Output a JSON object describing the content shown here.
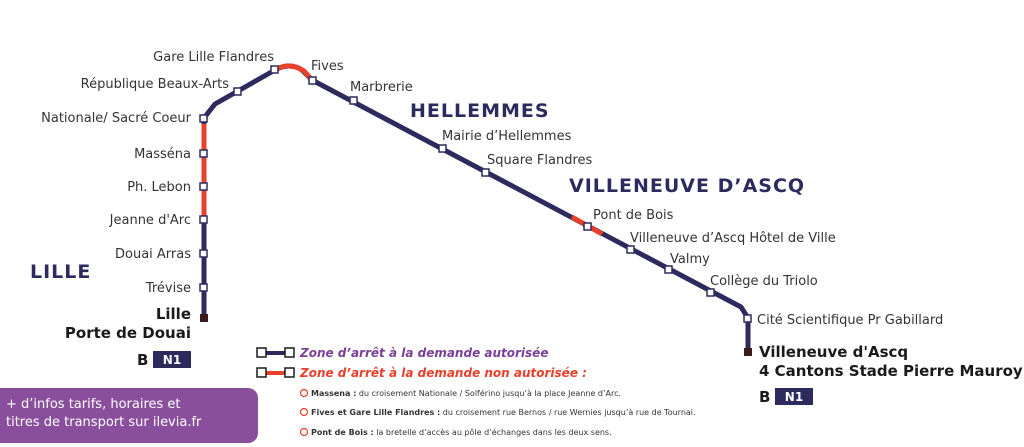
{
  "cities": {
    "lille": "LILLE",
    "hellemmes": "HELLEMMES",
    "villeneuve": "VILLENEUVE D’ASCQ"
  },
  "stops": [
    "Gare Lille Flandres",
    "République Beaux-Arts",
    "Nationale/ Sacré Coeur",
    "Masséna",
    "Ph. Lebon",
    "Jeanne d'Arc",
    "Douai Arras",
    "Trévise",
    "Fives",
    "Marbrerie",
    "Mairie d’Hellemmes",
    "Square Flandres",
    "Pont de Bois",
    "Villeneuve d’Ascq Hôtel de Ville",
    "Valmy",
    "Collège du Triolo",
    "Cité Scientifique Pr Gabillard"
  ],
  "termini": {
    "lille_line1": "Lille",
    "lille_line2": "Porte de Douai",
    "villeneuve_line1": "Villeneuve d'Ascq",
    "villeneuve_line2": "4 Cantons Stade Pierre Mauroy"
  },
  "line_badge": "N1",
  "logo_letter": "B",
  "legend": {
    "authorized": "Zone d’arrêt à la demande autorisée",
    "not_authorized": "Zone d’arrêt à la demande non autorisée :",
    "notes": [
      {
        "bold": "Massena :",
        "text": " du croisement Nationale / Solférino jusqu’à la place Jeanne d’Arc."
      },
      {
        "bold": "Fives et Gare Lille Flandres :",
        "text": " du croisement rue Bernos / rue Wernies jusqu’à rue de Tournai."
      },
      {
        "bold": "Pont de Bois :",
        "text": " la bretelle d’accès au pôle d’échanges dans les deux sens."
      }
    ]
  },
  "info": {
    "line1": "+ d’infos tarifs, horaires et",
    "line2": "titres de transport sur ilevia.fr"
  },
  "colors": {
    "line": "#2d2a5e",
    "restricted": "#e8402a",
    "legend_authorized": "#7b3f98",
    "legend_not_authorized": "#e8402a",
    "info_bg": "#8a4f9c"
  }
}
